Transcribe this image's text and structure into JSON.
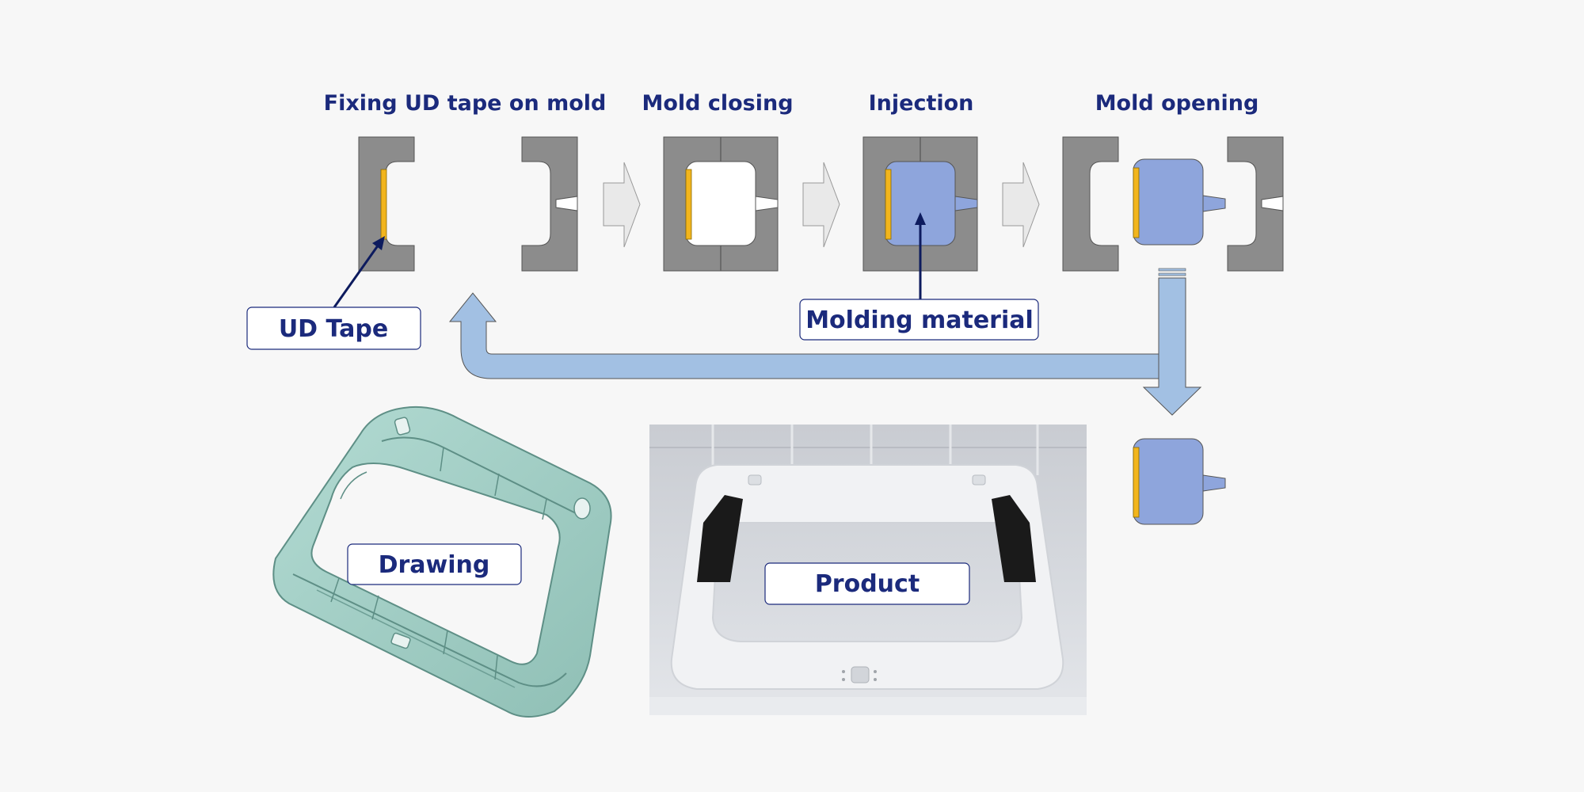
{
  "steps": [
    {
      "title": "Fixing UD tape on mold"
    },
    {
      "title": "Mold closing"
    },
    {
      "title": "Injection"
    },
    {
      "title": "Mold opening"
    }
  ],
  "labels": {
    "ud_tape": "UD Tape",
    "molding_material": "Molding material",
    "drawing": "Drawing",
    "product": "Product"
  },
  "colors": {
    "mold_gray": "#8c8c8c",
    "ud_tape_yellow": "#f2b51d",
    "molding_material_blue": "#8ea5dc",
    "flow_arrow_blue": "#a2c0e3",
    "step_arrow_gray": "#e9e9e9",
    "label_navy": "#1b2a7c",
    "drawing_teal": "#9fccc3",
    "background": "#f7f7f7"
  }
}
